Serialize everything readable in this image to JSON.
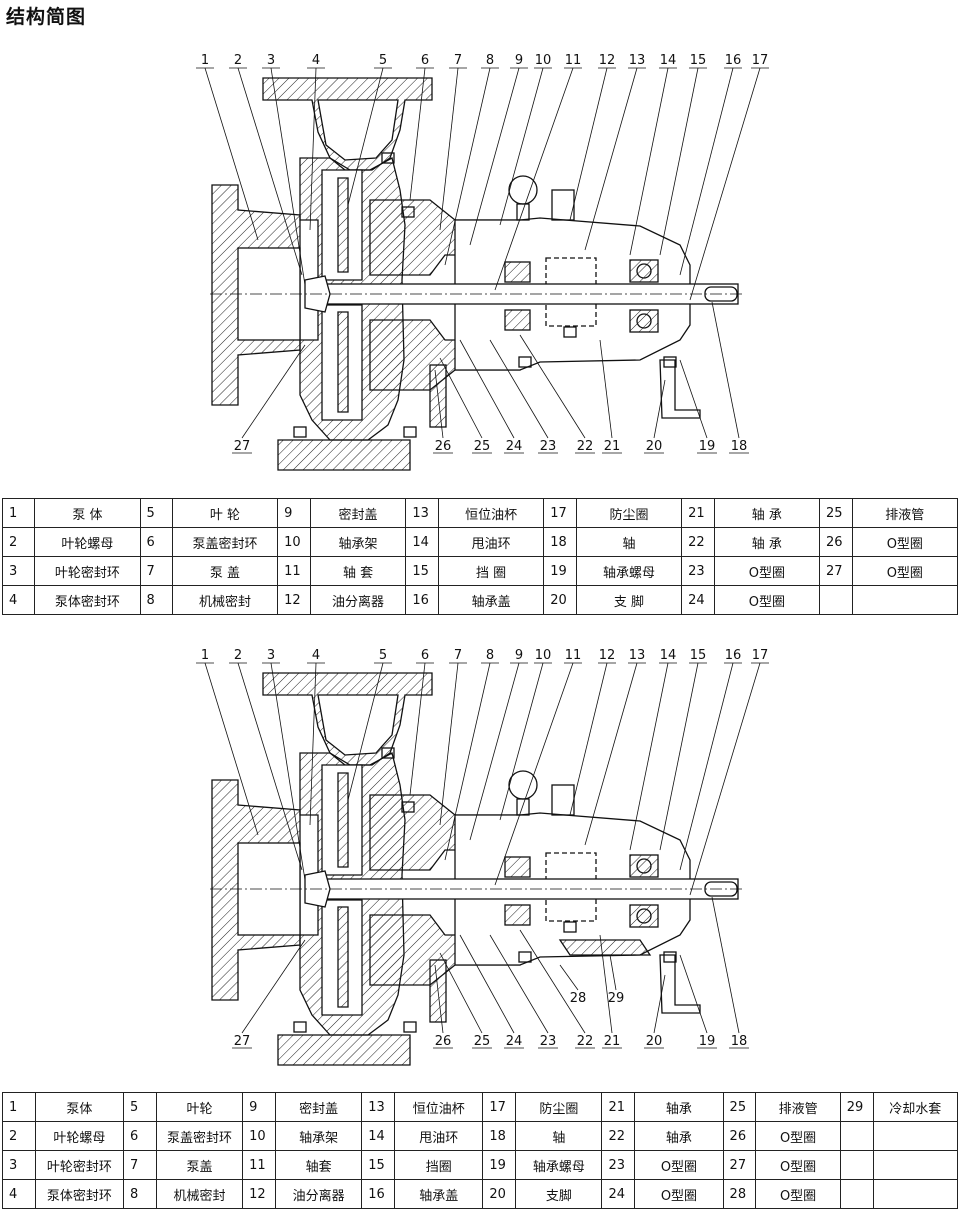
{
  "title": "结构简图",
  "figure1": {
    "callouts_top": [
      "1",
      "2",
      "3",
      "4",
      "5",
      "6",
      "7",
      "8",
      "9",
      "10",
      "11",
      "12",
      "13",
      "14",
      "15",
      "16",
      "17"
    ],
    "callouts_bottom": [
      "27",
      "26",
      "25",
      "24",
      "23",
      "22",
      "21",
      "20",
      "19",
      "18"
    ]
  },
  "figure2": {
    "callouts_top": [
      "1",
      "2",
      "3",
      "4",
      "5",
      "6",
      "7",
      "8",
      "9",
      "10",
      "11",
      "12",
      "13",
      "14",
      "15",
      "16",
      "17"
    ],
    "callouts_bottom": [
      "27",
      "26",
      "25",
      "24",
      "23",
      "22",
      "21",
      "20",
      "19",
      "18"
    ],
    "callouts_extra": [
      "28",
      "29"
    ]
  },
  "table1": {
    "rows": [
      [
        [
          "1",
          "泵 体"
        ],
        [
          "5",
          "叶 轮"
        ],
        [
          "9",
          "密封盖"
        ],
        [
          "13",
          "恒位油杯"
        ],
        [
          "17",
          "防尘圈"
        ],
        [
          "21",
          "轴 承"
        ],
        [
          "25",
          "排液管"
        ]
      ],
      [
        [
          "2",
          "叶轮螺母"
        ],
        [
          "6",
          "泵盖密封环"
        ],
        [
          "10",
          "轴承架"
        ],
        [
          "14",
          "甩油环"
        ],
        [
          "18",
          "轴"
        ],
        [
          "22",
          "轴 承"
        ],
        [
          "26",
          "O型圈"
        ]
      ],
      [
        [
          "3",
          "叶轮密封环"
        ],
        [
          "7",
          "泵 盖"
        ],
        [
          "11",
          "轴 套"
        ],
        [
          "15",
          "挡 圈"
        ],
        [
          "19",
          "轴承螺母"
        ],
        [
          "23",
          "O型圈"
        ],
        [
          "27",
          "O型圈"
        ]
      ],
      [
        [
          "4",
          "泵体密封环"
        ],
        [
          "8",
          "机械密封"
        ],
        [
          "12",
          "油分离器"
        ],
        [
          "16",
          "轴承盖"
        ],
        [
          "20",
          "支 脚"
        ],
        [
          "24",
          "O型圈"
        ],
        [
          "",
          ""
        ]
      ]
    ]
  },
  "table2": {
    "rows": [
      [
        [
          "1",
          "泵体"
        ],
        [
          "5",
          "叶轮"
        ],
        [
          "9",
          "密封盖"
        ],
        [
          "13",
          "恒位油杯"
        ],
        [
          "17",
          "防尘圈"
        ],
        [
          "21",
          "轴承"
        ],
        [
          "25",
          "排液管"
        ],
        [
          "29",
          "冷却水套"
        ]
      ],
      [
        [
          "2",
          "叶轮螺母"
        ],
        [
          "6",
          "泵盖密封环"
        ],
        [
          "10",
          "轴承架"
        ],
        [
          "14",
          "甩油环"
        ],
        [
          "18",
          "轴"
        ],
        [
          "22",
          "轴承"
        ],
        [
          "26",
          "O型圈"
        ],
        [
          "",
          ""
        ]
      ],
      [
        [
          "3",
          "叶轮密封环"
        ],
        [
          "7",
          "泵盖"
        ],
        [
          "11",
          "轴套"
        ],
        [
          "15",
          "挡圈"
        ],
        [
          "19",
          "轴承螺母"
        ],
        [
          "23",
          "O型圈"
        ],
        [
          "27",
          "O型圈"
        ],
        [
          "",
          ""
        ]
      ],
      [
        [
          "4",
          "泵体密封环"
        ],
        [
          "8",
          "机械密封"
        ],
        [
          "12",
          "油分离器"
        ],
        [
          "16",
          "轴承盖"
        ],
        [
          "20",
          "支脚"
        ],
        [
          "24",
          "O型圈"
        ],
        [
          "28",
          "O型圈"
        ],
        [
          "",
          ""
        ]
      ]
    ]
  }
}
